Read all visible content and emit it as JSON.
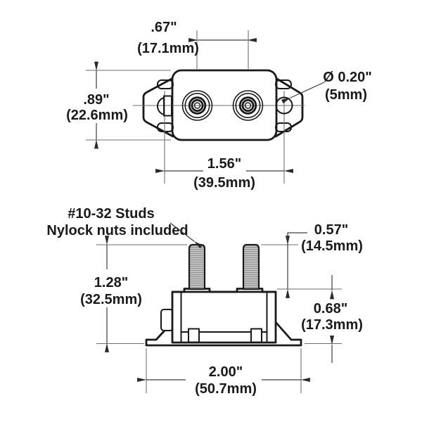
{
  "drawing": {
    "description": "two-view dimensioned technical drawing of a surface-mount circuit breaker",
    "background_color": "#ffffff",
    "colors": {
      "outline": "#1a1a1a",
      "thin_line": "#6e6e6e",
      "dimension_line": "#3d3d3d",
      "text": "#1a1a1a",
      "stud_fill": "#c7c7c7",
      "stud_thread": "#8f8f8f"
    },
    "top_view": {
      "dim_stud_spacing": {
        "in": ".67\"",
        "mm": "(17.1mm)"
      },
      "dim_hole_diameter": {
        "in": "Ø 0.20\"",
        "mm": "(5mm)"
      },
      "dim_body_height": {
        "in": ".89\"",
        "mm": "(22.6mm)"
      },
      "dim_hole_spacing": {
        "in": "1.56\"",
        "mm": "(39.5mm)"
      }
    },
    "side_view": {
      "note": {
        "line1": "#10-32 Studs",
        "line2": "Nylock nuts included"
      },
      "dim_stud_height": {
        "in": "0.57\"",
        "mm": "(14.5mm)"
      },
      "dim_overall_height": {
        "in": "1.28\"",
        "mm": "(32.5mm)"
      },
      "dim_body_height": {
        "in": "0.68\"",
        "mm": "(17.3mm)"
      },
      "dim_base_width": {
        "in": "2.00\"",
        "mm": "(50.7mm)"
      }
    }
  }
}
